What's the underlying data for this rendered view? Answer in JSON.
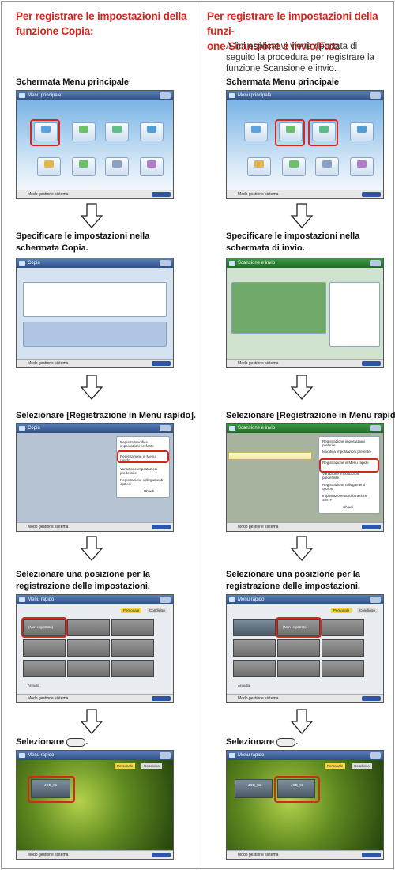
{
  "left": {
    "title_line1": "Per registrare le impostazioni della",
    "title_line2": "funzione Copia:",
    "step1": "Schermata Menu principale",
    "step2_line1": "Specificare le impostazioni nella",
    "step2_line2": "schermata Copia.",
    "step3": "Selezionare [Registrazione in Menu rapido].",
    "step4_line1": "Selezionare una posizione per la",
    "step4_line2": "registrazione delle impostazioni.",
    "step5": "Selezionare",
    "step5_end": ".",
    "screen_titles": [
      "Menu principale",
      "Copia",
      "Copia",
      "Menu rapido",
      "Menu rapido"
    ],
    "menu_items": [
      "Registra/Modifica impostazioni preferite",
      "Registrazione in Menu rapido",
      "Variazione impostazioni predefinite",
      "Registrazione collegamenti opzioni",
      "Chiudi"
    ],
    "quick_btn": "JOB_01"
  },
  "right": {
    "title_line1": "Per registrare le impostazioni della funzi-",
    "title_line2": "one Scansione e invio/Fax:",
    "note_line1": "A fini esplicativi viene riportata di",
    "note_line2": "seguito la procedura per registrare la",
    "note_line3": "funzione Scansione e invio.",
    "step1": "Schermata Menu principale",
    "step2_line1": "Specificare le impostazioni nella",
    "step2_line2": "schermata di invio.",
    "step3": "Selezionare [Registrazione in Menu rapido].",
    "step4_line1": "Selezionare una posizione per la",
    "step4_line2": "registrazione delle impostazioni.",
    "step5": "Selezionare",
    "step5_end": ".",
    "screen_titles": [
      "Menu principale",
      "Scansione e invio",
      "Scansione e invio",
      "Menu rapido",
      "Menu rapido"
    ],
    "menu_items": [
      "Registrazione impostazioni preferite",
      "Modifica impostazioni preferite",
      "Registrazione in Menu rapido",
      "Variazione impostazioni predefinite",
      "Registrazione collegamenti opzioni",
      "Impostazione autorizzazione SMTP",
      "Chiudi"
    ],
    "quick_btns": [
      "JOB_01",
      "JOB_02"
    ]
  },
  "common": {
    "footer": "Modo gestione sistema",
    "personal": "Personale",
    "shared": "Condiviso",
    "unregistered": "(Non registrato)",
    "cancel": "Annulla"
  }
}
